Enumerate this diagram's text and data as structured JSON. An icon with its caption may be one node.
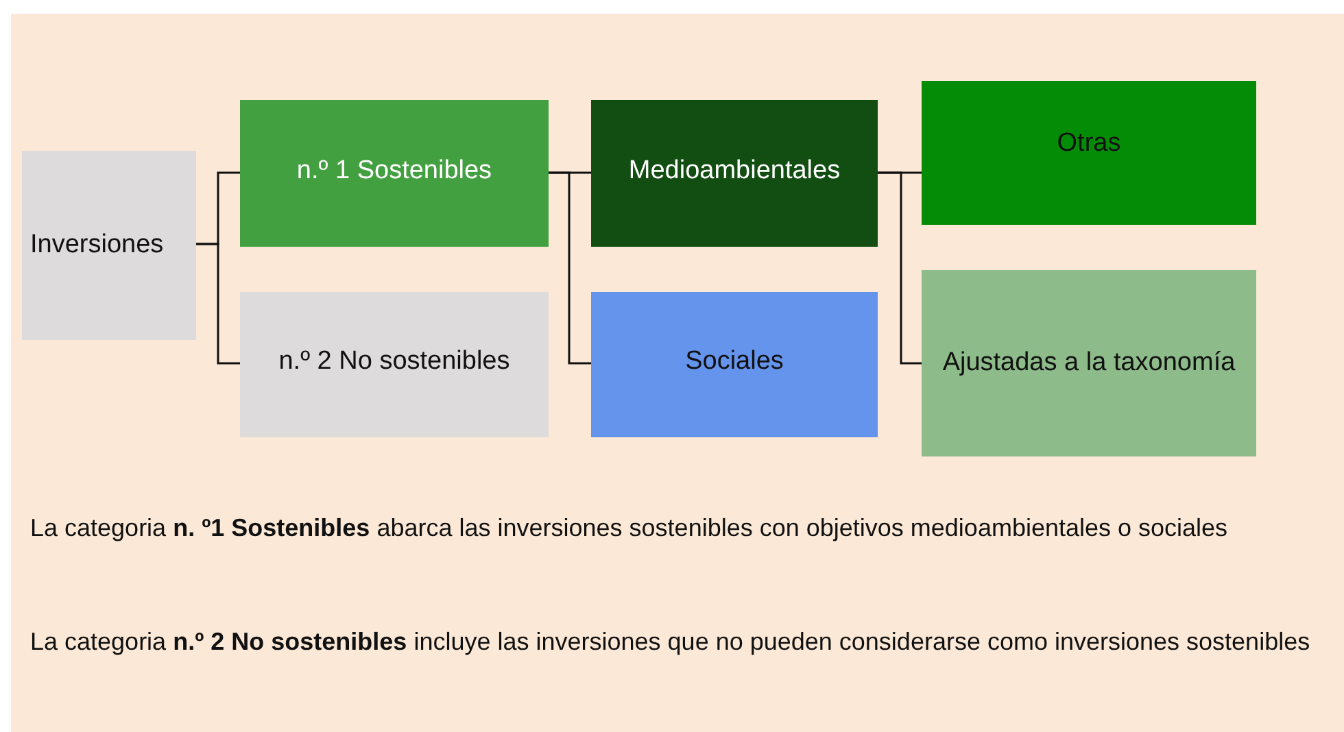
{
  "diagram": {
    "nodes": [
      {
        "text": [
          "Inversiones"
        ]
      },
      {
        "text": [
          "n.º 1 Sostenibles"
        ]
      },
      {
        "text": [
          "n.º 2 No sostenibles"
        ]
      },
      {
        "text": [
          "Medioambientales"
        ]
      },
      {
        "text": [
          "Sociales"
        ]
      },
      {
        "text": [
          "Otras"
        ]
      },
      {
        "text": [
          "Ajustadas a la taxonomía"
        ]
      }
    ],
    "edges": [
      {
        "from": 0,
        "to": 1,
        "arrow": "none"
      },
      {
        "from": 0,
        "to": 2,
        "arrow": "none"
      },
      {
        "from": 1,
        "to": 3,
        "arrow": "none"
      },
      {
        "from": 1,
        "to": 4,
        "arrow": "none"
      },
      {
        "from": 3,
        "to": 5,
        "arrow": "none"
      },
      {
        "from": 3,
        "to": 6,
        "arrow": "none"
      }
    ],
    "labels": [
      "La categoria **n. º1 Sostenibles** abarca las inversiones sostenibles con objetivos medioambientales o sociales",
      "La categoria **n.º 2 No sostenibles** incluye las inversiones que no pueden considerarse como inversiones sostenibles"
    ]
  }
}
